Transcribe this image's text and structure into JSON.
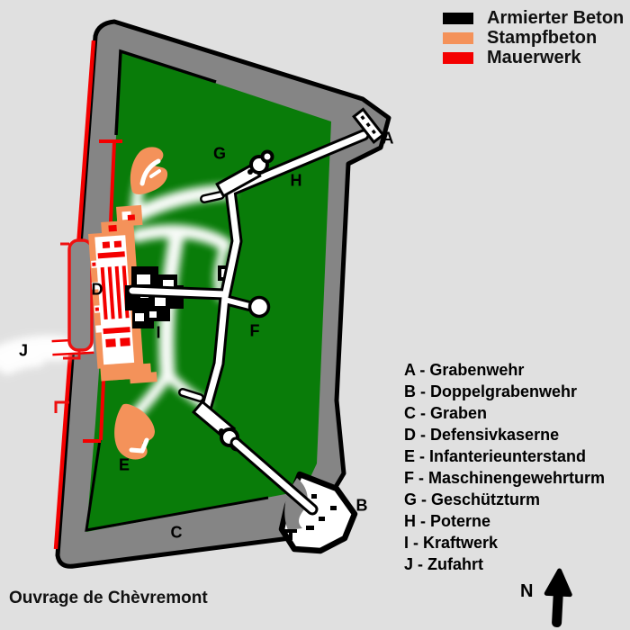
{
  "title": "Ouvrage de Chèvremont",
  "legend": {
    "items": [
      {
        "label": "Armierter Beton",
        "color": "#000000"
      },
      {
        "label": "Stampfbeton",
        "color": "#f4925a"
      },
      {
        "label": "Mauerwerk",
        "color": "#f40000"
      }
    ]
  },
  "key_list": {
    "items": [
      "A - Grabenwehr",
      "B - Doppelgrabenwehr",
      "C - Graben",
      "D - Defensivkaserne",
      "E - Infanterieunterstand",
      "F - Maschinengewehrturm",
      "G - Geschützturm",
      "H - Poterne",
      "I - Kraftwerk",
      "J - Zufahrt"
    ]
  },
  "map_labels": [
    {
      "text": "A"
    },
    {
      "text": "B"
    },
    {
      "text": "C"
    },
    {
      "text": "D"
    },
    {
      "text": "E"
    },
    {
      "text": "F"
    },
    {
      "text": "G"
    },
    {
      "text": "H"
    },
    {
      "text": "I"
    },
    {
      "text": "J"
    }
  ],
  "compass": {
    "label": "N"
  },
  "colors": {
    "background": "#e0e0e0",
    "ditch_gray": "#858585",
    "interior_green": "#097c09",
    "stampfbeton_orange": "#f4925a",
    "mauerwerk_red": "#f40000",
    "armierter_beton_black": "#000000",
    "corridor_white": "#ffffff"
  }
}
